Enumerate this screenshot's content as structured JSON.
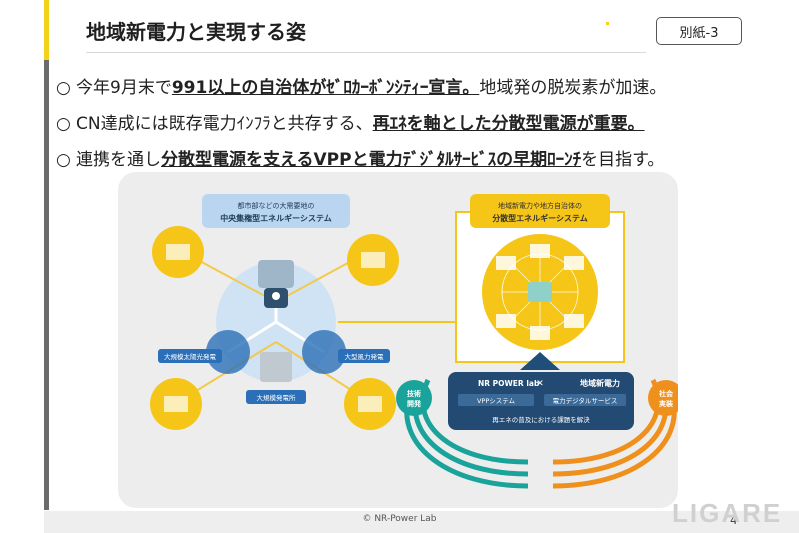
{
  "slide": {
    "title": "地域新電力と実現する姿",
    "badge": "別紙-3",
    "footer": "© NR-Power Lab",
    "page_number": "4",
    "watermark": "LIGARE"
  },
  "bullets": [
    {
      "marker": "○",
      "pre": "今年9月末で",
      "bold": "991以上の自治体がｾﾞﾛｶｰﾎﾞﾝｼﾃｨｰ宣言。",
      "post": "地域発の脱炭素が加速。"
    },
    {
      "marker": "○",
      "pre": "CN達成には既存電力ｲﾝﾌﾗと共存する、",
      "bold": "再ｴﾈを軸とした分散型電源が重要。",
      "post": ""
    },
    {
      "marker": "○",
      "pre": "連携を通し",
      "bold": "分散型電源を支えるVPPと電力ﾃﾞｼﾞﾀﾙｻｰﾋﾞｽの早期ﾛｰﾝﾁ",
      "post": "を目指す。"
    }
  ],
  "diagram": {
    "central_label_line1": "都市部などの大需要地の",
    "central_label_line2": "中央集権型エネルギーシステム",
    "distributed_label_line1": "地域新電力や地方自治体の",
    "distributed_label_line2": "分散型エネルギーシステム",
    "solar": "大規模太陽光発電",
    "wind": "大型風力発電",
    "thermal": "大規模発電所",
    "logo": "NR POWER lab",
    "partner": "地域新電力",
    "vpp": "VPPシステム",
    "digital": "電力デジタルサービス",
    "issue": "再エネの普及における課題を解決",
    "tech_line1": "技術",
    "tech_line2": "開発",
    "social_line1": "社会",
    "social_line2": "実装",
    "colors": {
      "yellow": "#f5c518",
      "blue": "#3b8ed8",
      "teal": "#1aa39a",
      "orange": "#ef8f1c"
    }
  }
}
